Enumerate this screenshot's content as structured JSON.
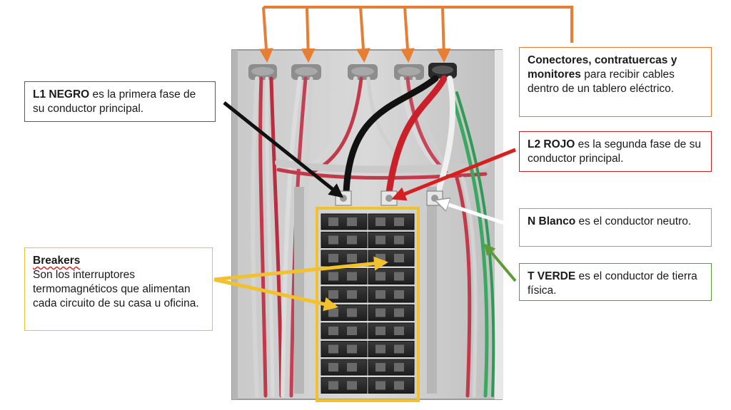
{
  "callouts": {
    "l1": {
      "bold": "L1 NEGRO",
      "text": " es la primera fase de su conductor principal."
    },
    "conectores": {
      "bold": "Conectores, contratuercas y monitores",
      "text": " para recibir cables dentro de un tablero eléctrico."
    },
    "l2": {
      "bold": "L2 ROJO",
      "text": " es la segunda fase de su conductor principal."
    },
    "n": {
      "bold": "N Blanco",
      "text": " es el conductor neutro."
    },
    "t": {
      "bold": "T VERDE",
      "text": " es el conductor de tierra física."
    },
    "breakers": {
      "title": "Breakers",
      "text": "Son los interruptores termomagnéticos que alimentan cada circuito de su casa u oficina."
    }
  },
  "colors": {
    "orange": "#e67e33",
    "red": "#d61f1f",
    "black": "#111111",
    "white_arrow": "#ffffff",
    "green": "#5f9a3a",
    "yellow": "#f2c12e"
  },
  "icons": {
    "panel": "electrical-panel-illustration",
    "arrow": "arrowhead"
  }
}
